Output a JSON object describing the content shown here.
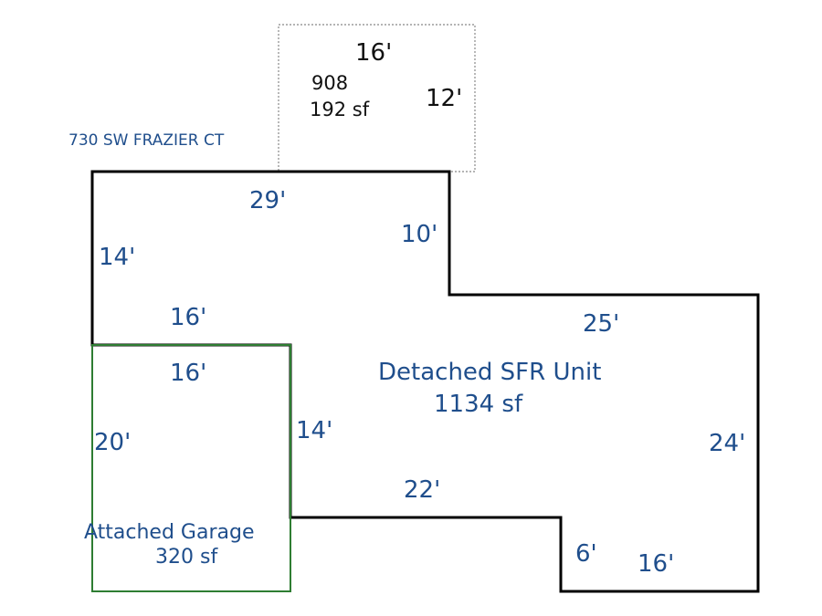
{
  "address": "730 SW FRAZIER CT",
  "colors": {
    "main_outline": "#000000",
    "garage_outline": "#2e7d32",
    "patio_outline": "#888888",
    "label_blue": "#1f4e8c",
    "label_black": "#111111"
  },
  "patio": {
    "code": "908",
    "area": "192 sf",
    "dim_top": "16'",
    "dim_right": "12'"
  },
  "main_unit": {
    "name": "Detached SFR Unit",
    "area": "1134 sf",
    "dims": {
      "top": "29'",
      "notch_vertical": "10'",
      "left_upper": "14'",
      "over_garage": "16'",
      "right_top": "25'",
      "right_side": "24'",
      "garage_side": "14'",
      "bottom_middle": "22'",
      "bottom_step": "6'",
      "bottom_right": "16'"
    }
  },
  "garage": {
    "name": "Attached Garage",
    "area": "320 sf",
    "dim_top": "16'",
    "dim_left": "20'"
  }
}
